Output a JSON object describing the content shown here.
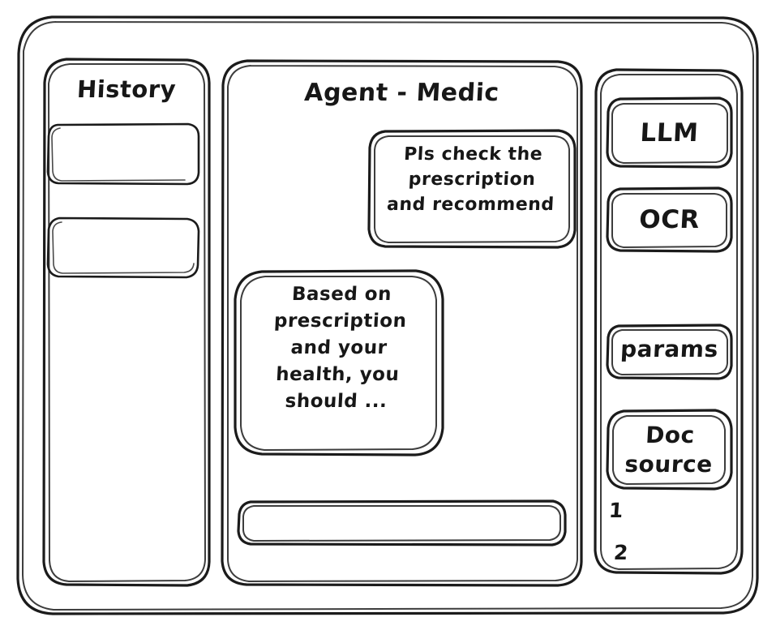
{
  "window": {
    "frame_name": "app-window"
  },
  "sidebar": {
    "title": "History",
    "items": [
      {
        "label": ""
      },
      {
        "label": ""
      }
    ]
  },
  "main": {
    "title": "Agent - Medic",
    "messages": [
      {
        "role": "user",
        "text": "Pls check the\nprescription\nand recommend"
      },
      {
        "role": "agent",
        "text": "Based on\nprescription\nand your\nhealth, you\nshould ..."
      }
    ],
    "composer": {
      "value": "",
      "placeholder": ""
    }
  },
  "tools": {
    "items": [
      {
        "label": "LLM"
      },
      {
        "label": "OCR"
      },
      {
        "label": "params"
      },
      {
        "label": "Doc\nsource"
      }
    ],
    "doc_source_list": [
      "1",
      "2"
    ]
  },
  "colors": {
    "ink": "#1b1b1b",
    "background": "#ffffff"
  }
}
